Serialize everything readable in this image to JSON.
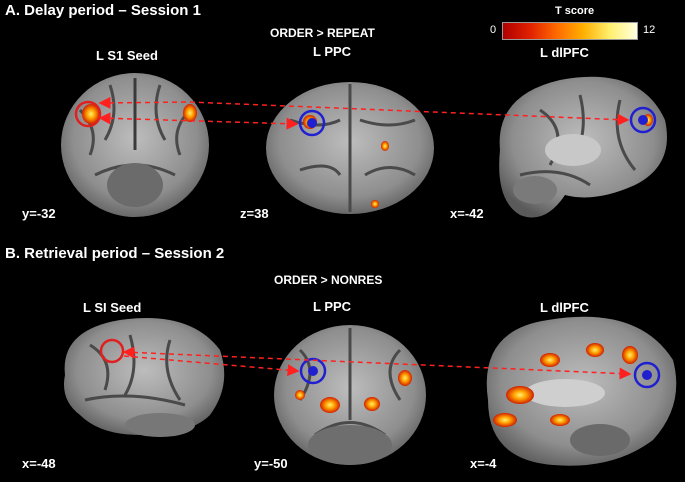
{
  "panel_a": {
    "title": "A. Delay period – Session 1",
    "contrast": "ORDER > REPEAT",
    "labels": {
      "seed": "L S1  Seed",
      "ppc": "L  PPC",
      "dlpfc": "L dlPFC"
    },
    "coords": {
      "seed": "y=-32",
      "ppc": "z=38",
      "dlpfc": "x=-42"
    }
  },
  "panel_b": {
    "title": "B. Retrieval period – Session 2",
    "contrast": "ORDER > NONRES",
    "labels": {
      "seed": "L SI  Seed",
      "ppc": "L  PPC",
      "dlpfc": "L dlPFC"
    },
    "coords": {
      "seed": "x=-48",
      "ppc": "y=-50",
      "dlpfc": "x=-4"
    }
  },
  "colorbar": {
    "title": "T score",
    "min": "0",
    "max": "12",
    "colors": [
      "#b00000",
      "#e02000",
      "#ff6a00",
      "#ffb000",
      "#fff070",
      "#ffffe0"
    ]
  },
  "markers": {
    "seed_color": "#e02020",
    "target_color": "#2020d0",
    "arrow_color": "#ff2020"
  }
}
